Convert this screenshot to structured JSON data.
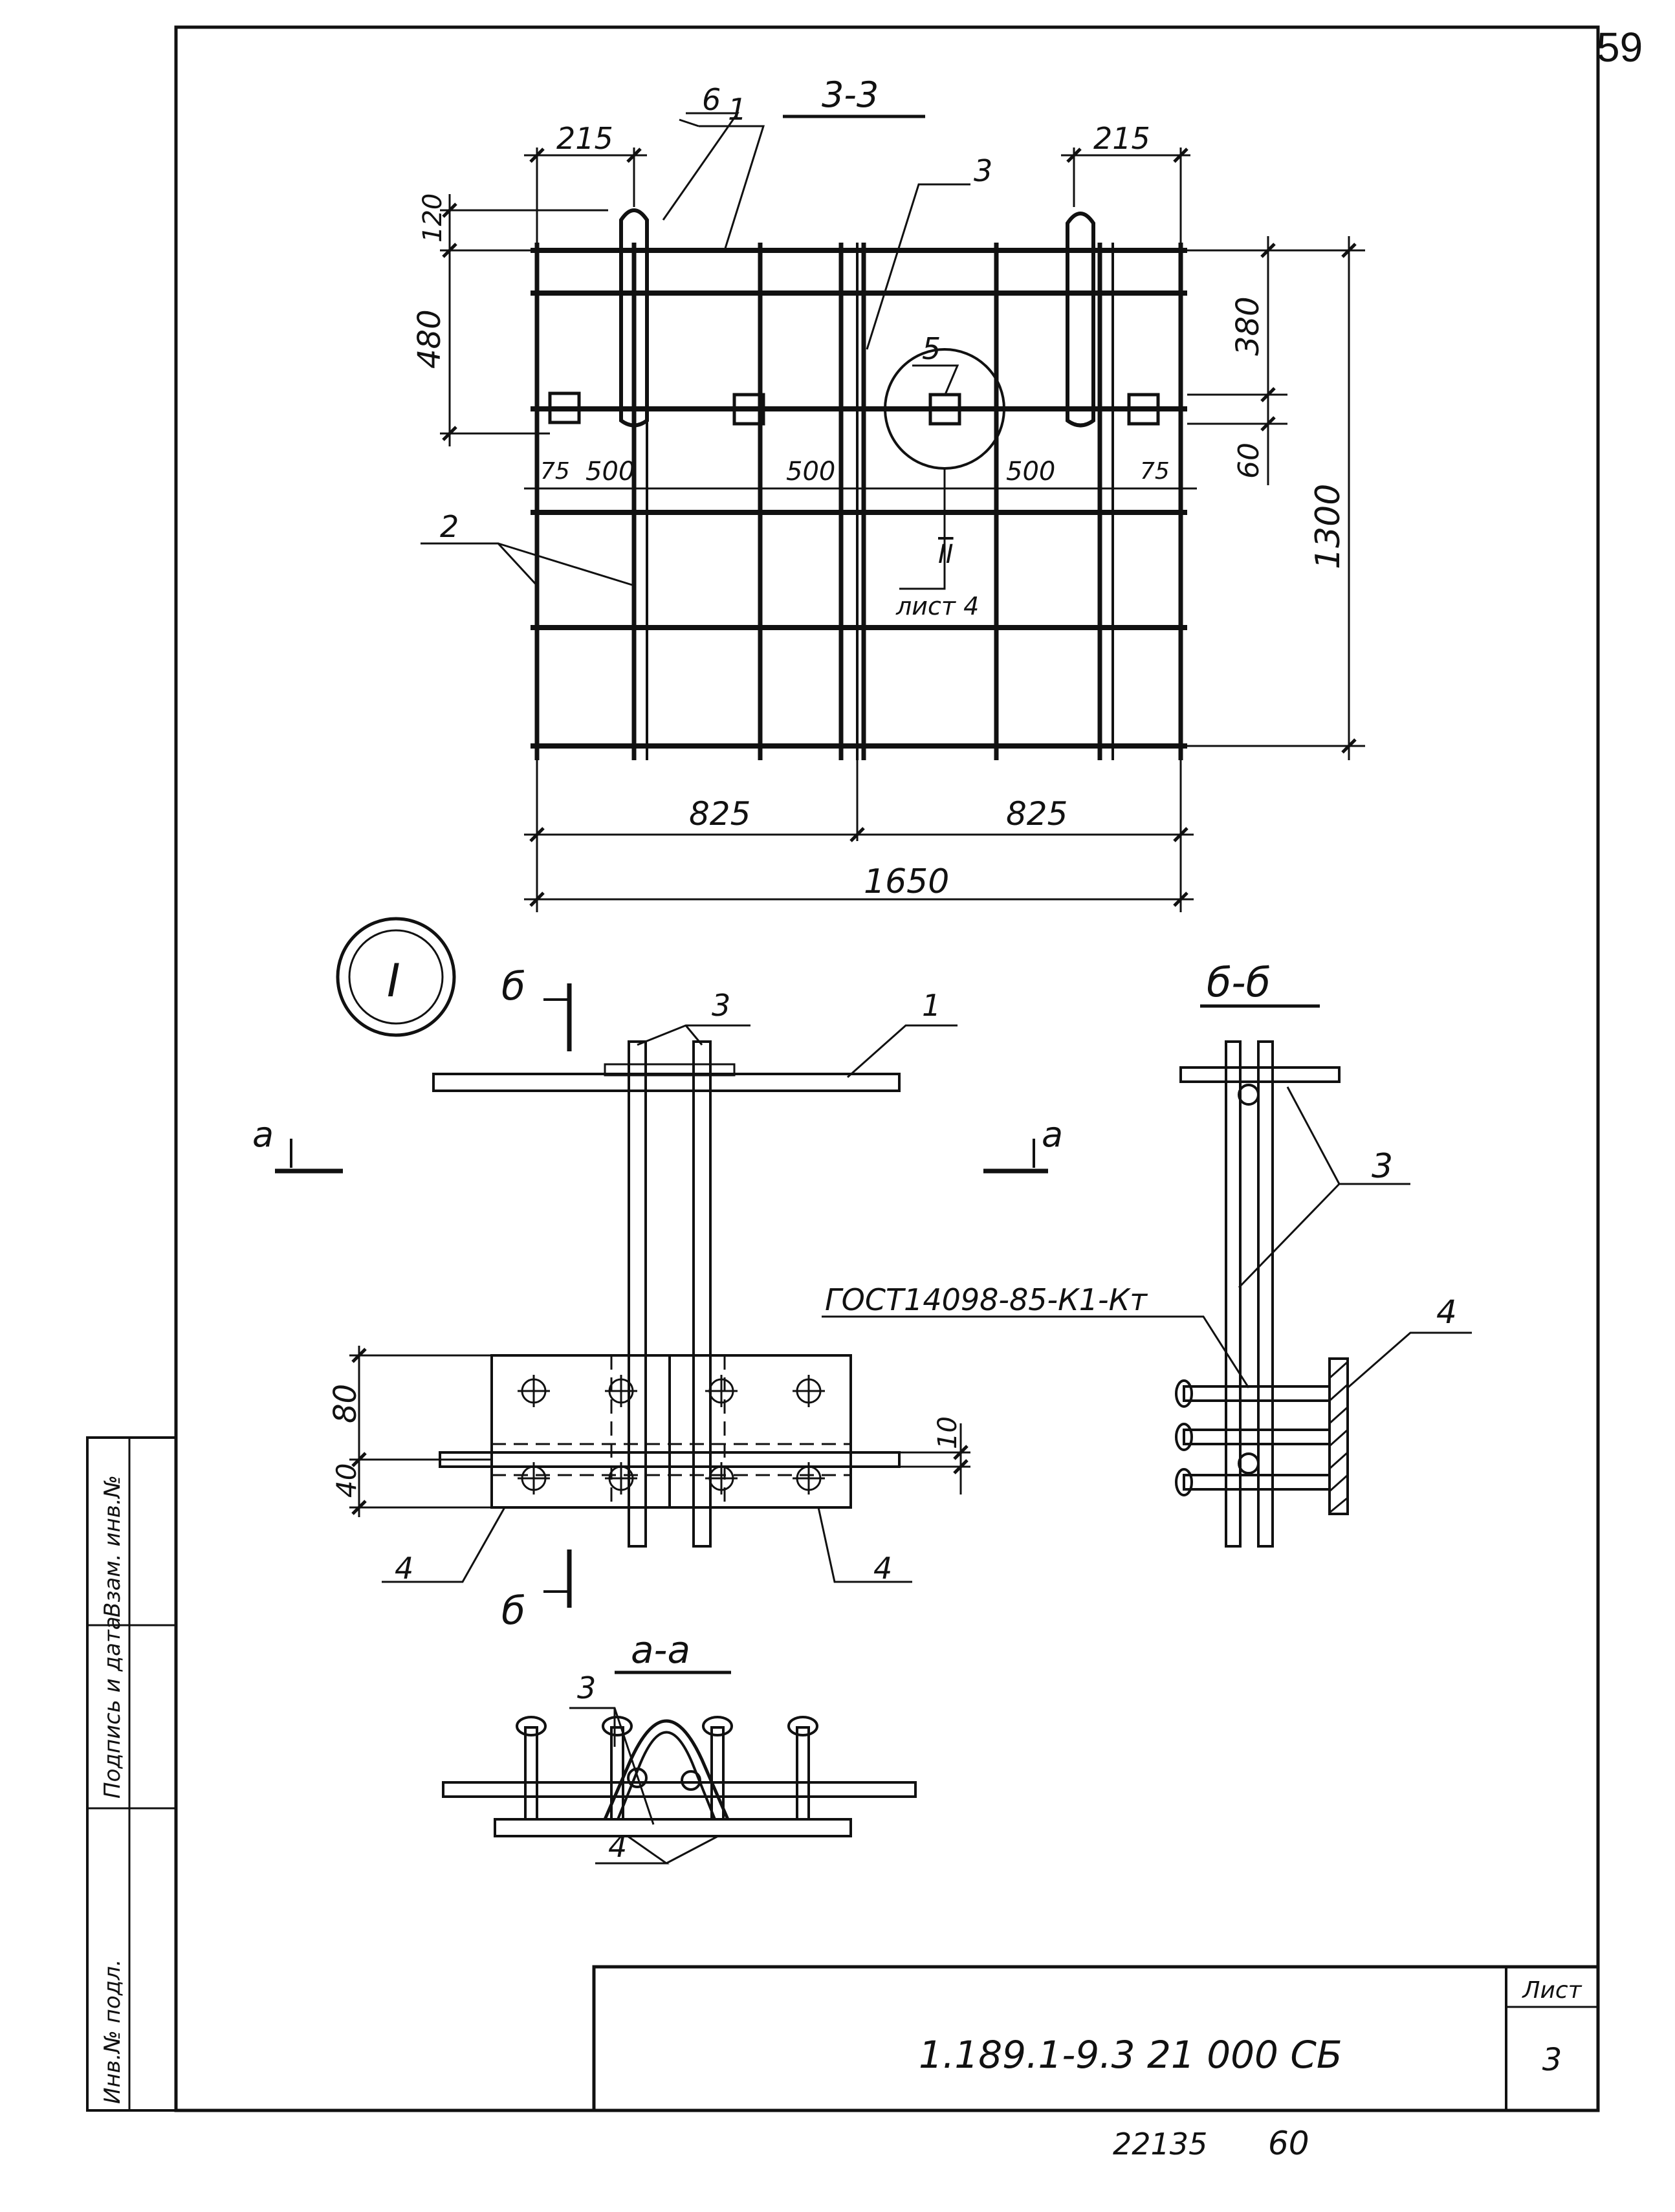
{
  "page_number": "59",
  "plan": {
    "title": "3-3",
    "dim_left_top": "215",
    "dim_right_top": "215",
    "dim_120": "120",
    "dim_480": "480",
    "dim_380": "380",
    "dim_60": "60",
    "dim_1300": "1300",
    "dim_75_left": "75",
    "dim_500_a": "500",
    "dim_500_b": "500",
    "dim_500_c": "500",
    "dim_75_right": "75",
    "dim_825_left": "825",
    "dim_825_right": "825",
    "dim_1650": "1650",
    "callout_1": "1",
    "callout_2": "2",
    "callout_3": "3",
    "callout_5": "5",
    "callout_6": "6",
    "detail_ref_num": "II",
    "detail_ref_sheet": "лист 4"
  },
  "detail": {
    "node_label": "I",
    "cut_b_top": "б",
    "cut_b_bottom": "б",
    "cut_a_left": "а",
    "cut_a_right": "а",
    "callout_1": "1",
    "callout_3": "3",
    "callout_4_left": "4",
    "callout_4_right": "4",
    "dim_80": "80",
    "dim_40": "40",
    "dim_10": "10"
  },
  "section_bb": {
    "title": "б-б",
    "callout_3": "3",
    "callout_4": "4",
    "weld_note": "ГОСТ14098-85-К1-Кт"
  },
  "section_aa": {
    "title": "а-а",
    "callout_3": "3",
    "callout_4": "4"
  },
  "side_stamp": {
    "col_1": "Инв.№ подл.",
    "col_2": "Подпись и дата",
    "col_3": "Взам. инв.№"
  },
  "title_block": {
    "designation": "1.189.1-9.3  21 000 СБ",
    "sheet_label": "Лист",
    "sheet_number": "3",
    "footer_code": "22135",
    "footer_format": "60"
  }
}
